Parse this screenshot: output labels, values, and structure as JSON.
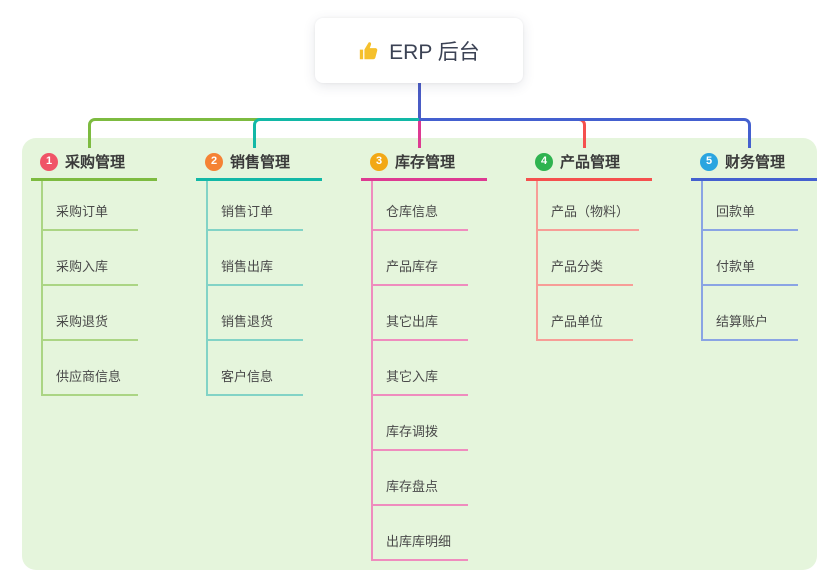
{
  "root": {
    "label": "ERP 后台",
    "icon": "thumbs-up-icon",
    "icon_color": "#f5c02c"
  },
  "theme": {
    "canvas_bg": "#ffffff",
    "panel_bg": "#e5f5dc",
    "root_text_color": "#3b4254",
    "title_text_color": "#3a3a3a",
    "child_text_color": "#4a4a4a",
    "stem_color": "#4a5cc5"
  },
  "branches": [
    {
      "badge": "1",
      "badge_color": "#f05467",
      "line_color": "#7dbb40",
      "child_line_color": "#abd584",
      "title": "采购管理",
      "children": [
        "采购订单",
        "采购入库",
        "采购退货",
        "供应商信息"
      ]
    },
    {
      "badge": "2",
      "badge_color": "#f58234",
      "line_color": "#12b8a6",
      "child_line_color": "#82d3c6",
      "title": "销售管理",
      "children": [
        "销售订单",
        "销售出库",
        "销售退货",
        "客户信息"
      ]
    },
    {
      "badge": "3",
      "badge_color": "#f2a815",
      "line_color": "#dd3a92",
      "child_line_color": "#ef8cbe",
      "title": "库存管理",
      "children": [
        "仓库信息",
        "产品库存",
        "其它出库",
        "其它入库",
        "库存调拨",
        "库存盘点",
        "出库库明细"
      ]
    },
    {
      "badge": "4",
      "badge_color": "#2fb350",
      "line_color": "#f5504e",
      "child_line_color": "#f79d97",
      "title": "产品管理",
      "children": [
        "产品（物料）",
        "产品分类",
        "产品单位"
      ]
    },
    {
      "badge": "5",
      "badge_color": "#2aa5e0",
      "line_color": "#4460cf",
      "child_line_color": "#8aa4e4",
      "title": "财务管理",
      "children": [
        "回款单",
        "付款单",
        "结算账户"
      ]
    }
  ]
}
